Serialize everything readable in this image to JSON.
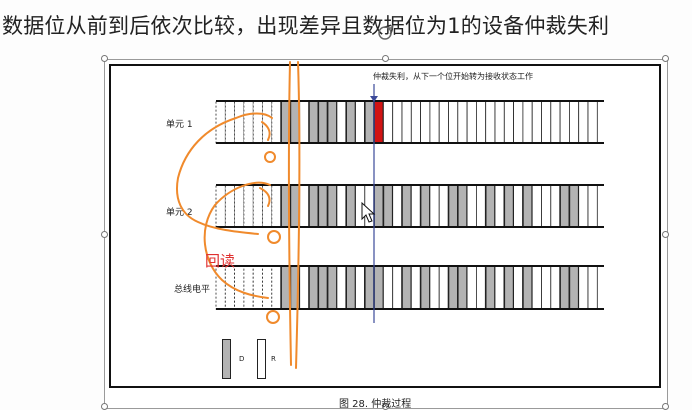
{
  "headline": "数据位从前到后依次比较，出现差异且数据位为1的设备仲裁失利",
  "figure": {
    "annotation": "仲裁失利，从下一个位开始转为接收状态工作",
    "rows": [
      {
        "label": "单元 1"
      },
      {
        "label": "单元 2"
      },
      {
        "label": "总线电平"
      }
    ],
    "legend": {
      "dominant": "D",
      "recessive": "R"
    },
    "caption": "图 28.    仲裁过程"
  },
  "handwriting": {
    "text": "回读"
  },
  "colors": {
    "dominant_fill": "#b3b3b3",
    "lost_bit": "#d21414",
    "marker_line": "#3b4a9a",
    "pen": "#f08a2c",
    "handwriting": "#e03030"
  }
}
